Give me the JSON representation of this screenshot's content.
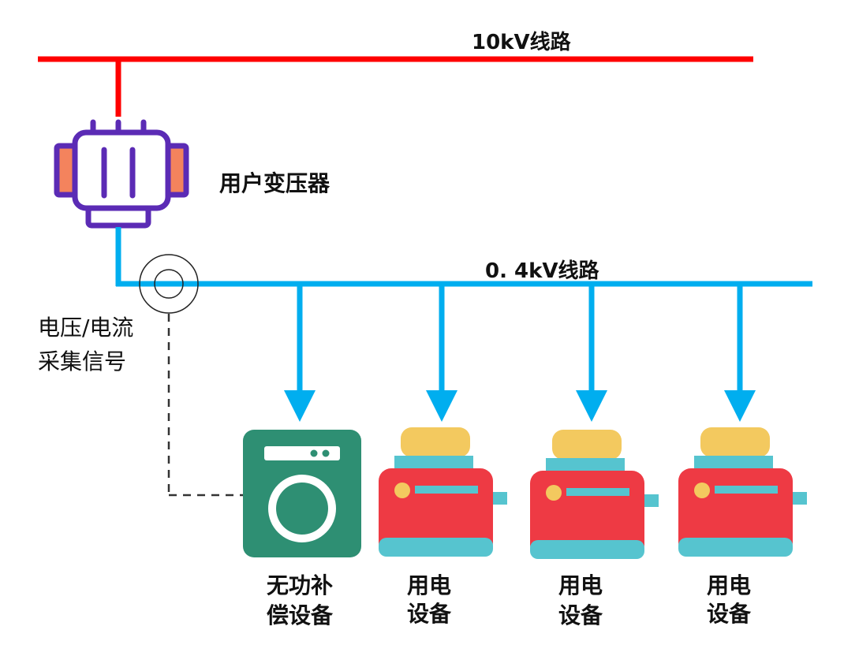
{
  "hv_line": {
    "label": "10kV线路",
    "color": "#ff0000"
  },
  "transformer": {
    "label": "用户变压器",
    "icon": "transformer-icon",
    "outline_color": "#5b2bb5",
    "core_color": "#f4835d"
  },
  "lv_line": {
    "label": "0. 4kV线路",
    "color": "#00aeef"
  },
  "sensor": {
    "label_line1": "电压/电流",
    "label_line2": "采集信号",
    "icon": "current-transformer-icon"
  },
  "compensator": {
    "label_line1": "无功补",
    "label_line2": "偿设备",
    "icon": "washing-machine-icon",
    "color": "#2e8f73"
  },
  "loads": [
    {
      "label_line1": "用电",
      "label_line2": "设备",
      "icon": "toaster-icon"
    },
    {
      "label_line1": "用电",
      "label_line2": "设备",
      "icon": "toaster-icon"
    },
    {
      "label_line1": "用电",
      "label_line2": "设备",
      "icon": "toaster-icon"
    }
  ]
}
